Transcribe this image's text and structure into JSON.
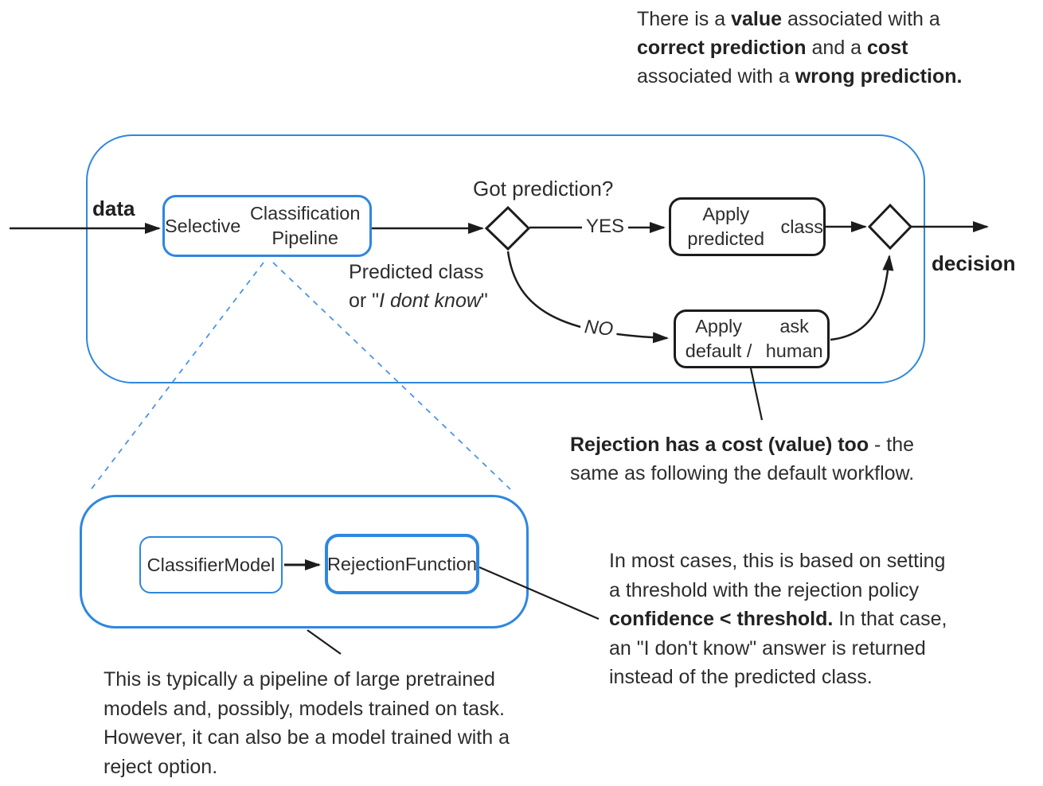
{
  "colors": {
    "accent_blue": "#2e87e0",
    "dashed_blue": "#4a94e8",
    "stroke_black": "#1c1c1c",
    "text": "#2d2d2d"
  },
  "labels": {
    "data": "data",
    "decision": "decision",
    "got_prediction": "Got prediction?",
    "yes": "YES",
    "no": "NO"
  },
  "nodes": {
    "selective": [
      {
        "t": "Selective",
        "br": true
      },
      {
        "t": "Classification Pipeline"
      }
    ],
    "apply_predicted": [
      {
        "t": "Apply predicted",
        "br": true
      },
      {
        "t": "class"
      }
    ],
    "apply_default": [
      {
        "t": "Apply default /",
        "br": true
      },
      {
        "t": "ask human"
      }
    ],
    "classifier_model": [
      {
        "t": "Classifier",
        "br": true
      },
      {
        "t": "Model"
      }
    ],
    "rejection_function": [
      {
        "t": "Rejection",
        "br": true
      },
      {
        "t": "Function"
      }
    ]
  },
  "notes": {
    "value_cost": [
      {
        "t": "There is a "
      },
      {
        "t": "value",
        "b": true
      },
      {
        "t": " associated with a",
        "br": true
      },
      {
        "t": "correct prediction",
        "b": true
      },
      {
        "t": " and a "
      },
      {
        "t": "cost",
        "b": true,
        "br": true
      },
      {
        "t": "associated with a "
      },
      {
        "t": "wrong prediction.",
        "b": true
      }
    ],
    "predicted_class": [
      {
        "t": "Predicted class",
        "br": true
      },
      {
        "t": "or \""
      },
      {
        "t": "I dont know",
        "i": true
      },
      {
        "t": "\""
      }
    ],
    "rejection_cost": [
      {
        "t": "Rejection has a cost (value) too",
        "b": true
      },
      {
        "t": " - the",
        "br": true
      },
      {
        "t": "same as following the default workflow."
      }
    ],
    "threshold": [
      {
        "t": "In most cases, this is based on setting",
        "br": true
      },
      {
        "t": "a threshold with the rejection policy",
        "br": true
      },
      {
        "t": "confidence < threshold.",
        "b": true
      },
      {
        "t": " In that case,",
        "br": true
      },
      {
        "t": "an \"I don't know\" answer is returned",
        "br": true
      },
      {
        "t": "instead of the predicted class."
      }
    ],
    "pipeline_detail": [
      {
        "t": "This is typically a pipeline of large pretrained",
        "br": true
      },
      {
        "t": "models and, possibly, models trained on task.",
        "br": true
      },
      {
        "t": "However, it can also be a model trained with a",
        "br": true
      },
      {
        "t": "reject option."
      }
    ]
  }
}
